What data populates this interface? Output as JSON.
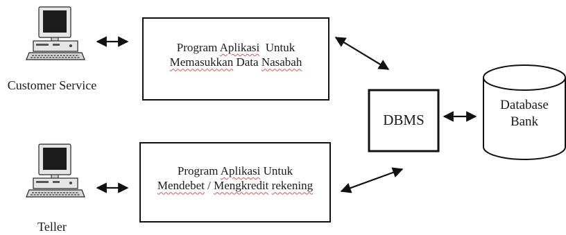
{
  "actors": [
    {
      "id": "customer-service",
      "label": "Customer  Service"
    },
    {
      "id": "teller",
      "label": "Teller"
    }
  ],
  "programs": [
    {
      "line1": {
        "w1": "Program",
        "w2": "Aplikasi",
        "w3": "Untuk"
      },
      "line2": {
        "w1": "Memasukkan",
        "w2": "Data",
        "w3": "Nasabah"
      }
    },
    {
      "line1": {
        "w1": "Program",
        "w2": "Aplikasi",
        "w3": "Untuk"
      },
      "line2": {
        "w1": "Mendebet",
        "w2": "/",
        "w3": "Mengkredit",
        "w4": "rekening"
      }
    }
  ],
  "dbms": {
    "label": "DBMS"
  },
  "database": {
    "line1": "Database",
    "line2": "Bank"
  },
  "colors": {
    "stroke": "#111111",
    "spellcheck_underline": "#d9534f",
    "monitor_screen": "#1c1c1c",
    "monitor_body": "#e6e6e6",
    "background": "#ffffff"
  },
  "icons": {
    "computer": "desktop-computer-icon",
    "database": "database-cylinder-icon"
  }
}
